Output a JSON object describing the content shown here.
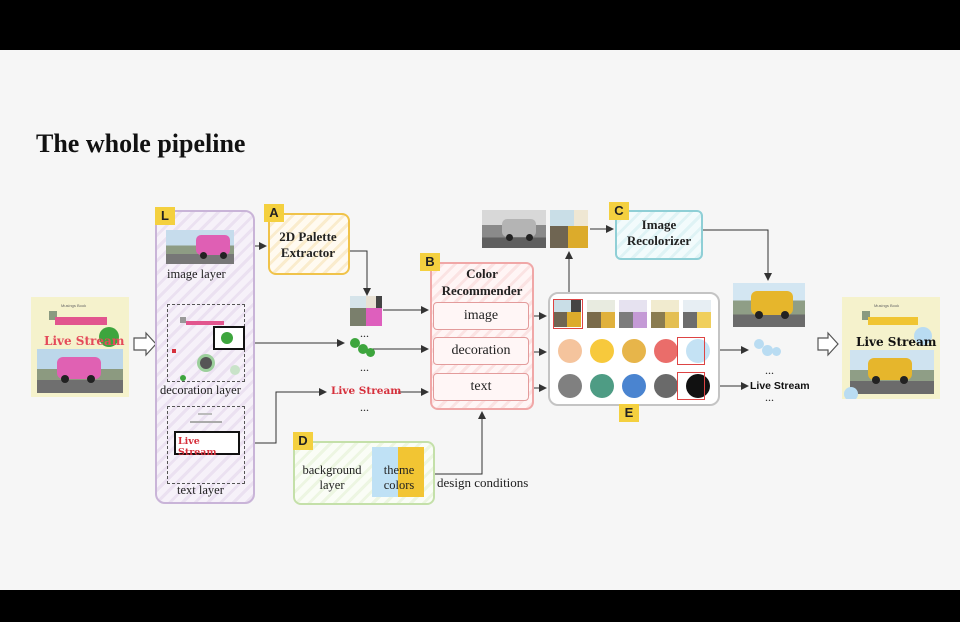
{
  "slide": {
    "title": "The whole pipeline"
  },
  "badges": {
    "L": "L",
    "A": "A",
    "B": "B",
    "C": "C",
    "D": "D",
    "E": "E"
  },
  "input_poster": {
    "small_text": "Musings Book",
    "headline": "Live Stream"
  },
  "output_poster": {
    "small_text": "Musings Book",
    "headline": "Live Stream"
  },
  "layers": {
    "image_layer": "image layer",
    "decoration_layer": "decoration layer",
    "text_layer": "text layer",
    "text_sample": "Live Stream"
  },
  "palette_extractor": {
    "line1": "2D Palette",
    "line2": "Extractor"
  },
  "recommender": {
    "line1": "Color",
    "line2": "Recommender",
    "rows": [
      "image",
      "decoration",
      "text"
    ]
  },
  "recolorizer": {
    "line1": "Image",
    "line2": "Recolorizer"
  },
  "conditions": {
    "background": "background layer",
    "theme": "theme colors",
    "caption": "design conditions"
  },
  "flow_labels": {
    "ellipsis": "...",
    "live_stream": "Live Stream",
    "out_live_stream": "Live Stream"
  },
  "colors": {
    "decoration_circles": [
      "#f5c49d",
      "#f7c93c",
      "#e7b54a",
      "#ea6d6a",
      "#c4e2f4"
    ],
    "text_circles": [
      "#808080",
      "#4e9c84",
      "#4a84d0",
      "#6a6a6a",
      "#111111"
    ],
    "green_blob": "#3da53d",
    "blue_blob": "#b9dcf2",
    "red_text": "#d6303c"
  }
}
